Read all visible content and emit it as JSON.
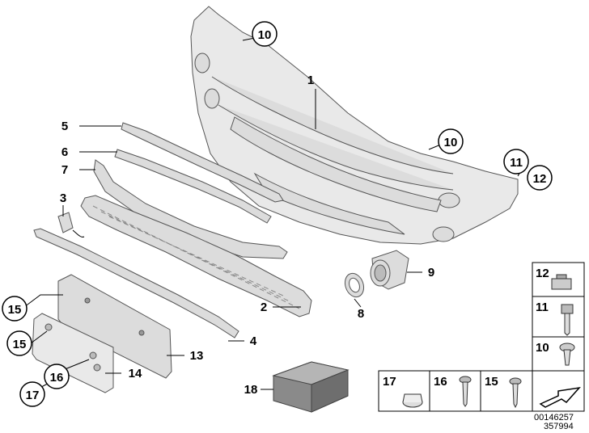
{
  "callouts": {
    "c1": "1",
    "c2": "2",
    "c3": "3",
    "c4": "4",
    "c5": "5",
    "c6": "6",
    "c7": "7",
    "c8": "8",
    "c9": "9",
    "c10a": "10",
    "c10b": "10",
    "c11": "11",
    "c12": "12",
    "c13": "13",
    "c14": "14",
    "c15a": "15",
    "c15b": "15",
    "c16": "16",
    "c17": "17",
    "c18": "18"
  },
  "legend": {
    "items": [
      {
        "number": "12",
        "icon": "clip-nut-icon"
      },
      {
        "number": "11",
        "icon": "bolt-icon"
      },
      {
        "number": "10",
        "icon": "expanding-rivet-icon"
      },
      {
        "number": "17",
        "icon": "cap-icon"
      },
      {
        "number": "16",
        "icon": "screw-icon"
      },
      {
        "number": "15",
        "icon": "self-tapping-screw-icon"
      }
    ]
  },
  "footer": {
    "doc_number": "00146257",
    "image_number": "357994"
  }
}
